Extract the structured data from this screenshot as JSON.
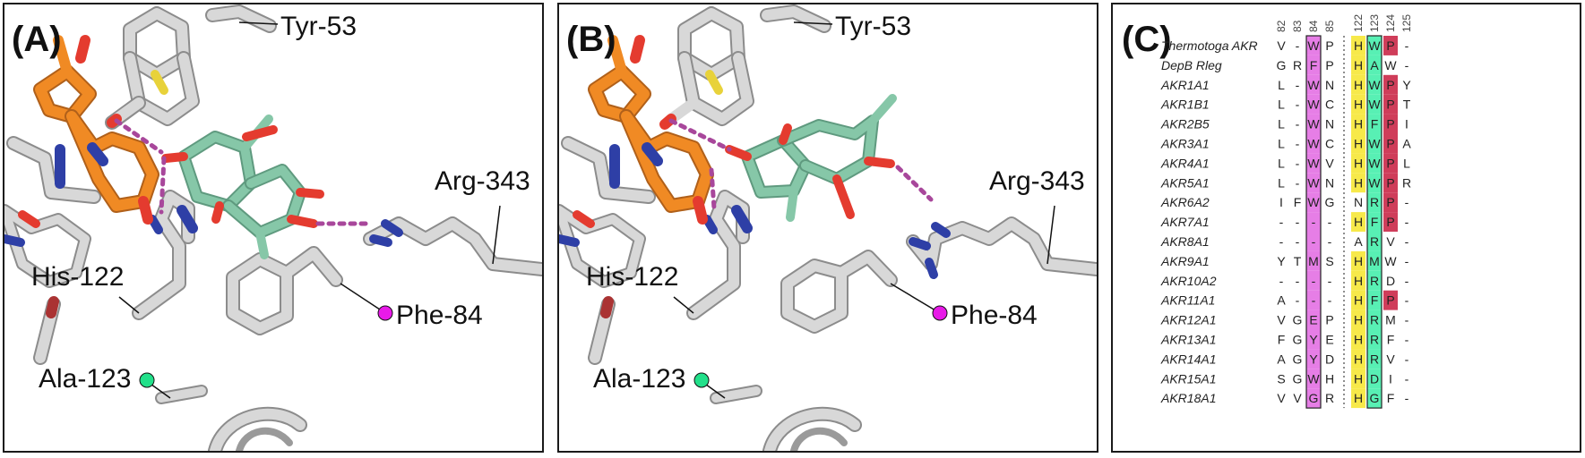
{
  "colors": {
    "protein": "#d6d6d6",
    "nadp": "#f08a24",
    "ligand": "#86c7a8",
    "oxygen": "#e43b2f",
    "nitrogen": "#2e3fa6",
    "sulfur": "#e8d23a",
    "hbond": "#a8479b",
    "phe_marker": "#e81ae8",
    "ala_marker": "#22e08a",
    "pos84_highlight": "#e67ee6",
    "pos122_highlight": "#f7e94a",
    "pos123_highlight": "#58f0b4",
    "pos124_highlight": "#cf3d5a"
  },
  "panel_a": {
    "letter": "(A)",
    "labels": {
      "tyr": "Tyr-53",
      "arg": "Arg-343",
      "his": "His-122",
      "phe": "Phe-84",
      "ala": "Ala-123"
    }
  },
  "panel_b": {
    "letter": "(B)",
    "labels": {
      "tyr": "Tyr-53",
      "arg": "Arg-343",
      "his": "His-122",
      "phe": "Phe-84",
      "ala": "Ala-123"
    }
  },
  "panel_c": {
    "letter": "(C)",
    "positions_left": [
      "82",
      "83",
      "84",
      "85"
    ],
    "positions_right": [
      "122",
      "123",
      "124",
      "125"
    ],
    "rows": [
      {
        "name": "Thermotoga AKR",
        "left": [
          "V",
          "-",
          "W",
          "P"
        ],
        "right": [
          "H",
          "W",
          "P",
          "-"
        ],
        "hl": [
          0,
          0,
          1,
          0,
          1,
          1,
          1,
          0
        ]
      },
      {
        "name": "DepB Rleg",
        "left": [
          "G",
          "R",
          "F",
          "P"
        ],
        "right": [
          "H",
          "A",
          "W",
          "-"
        ],
        "hl": [
          0,
          0,
          1,
          0,
          1,
          1,
          0,
          0
        ]
      },
      {
        "name": "AKR1A1",
        "left": [
          "L",
          "-",
          "W",
          "N"
        ],
        "right": [
          "H",
          "W",
          "P",
          "Y"
        ],
        "hl": [
          0,
          0,
          1,
          0,
          1,
          1,
          1,
          0
        ]
      },
      {
        "name": "AKR1B1",
        "left": [
          "L",
          "-",
          "W",
          "C"
        ],
        "right": [
          "H",
          "W",
          "P",
          "T"
        ],
        "hl": [
          0,
          0,
          1,
          0,
          1,
          1,
          1,
          0
        ]
      },
      {
        "name": "AKR2B5",
        "left": [
          "L",
          "-",
          "W",
          "N"
        ],
        "right": [
          "H",
          "F",
          "P",
          "I"
        ],
        "hl": [
          0,
          0,
          1,
          0,
          1,
          1,
          1,
          0
        ]
      },
      {
        "name": "AKR3A1",
        "left": [
          "L",
          "-",
          "W",
          "C"
        ],
        "right": [
          "H",
          "W",
          "P",
          "A"
        ],
        "hl": [
          0,
          0,
          1,
          0,
          1,
          1,
          1,
          0
        ]
      },
      {
        "name": "AKR4A1",
        "left": [
          "L",
          "-",
          "W",
          "V"
        ],
        "right": [
          "H",
          "W",
          "P",
          "L"
        ],
        "hl": [
          0,
          0,
          1,
          0,
          1,
          1,
          1,
          0
        ]
      },
      {
        "name": "AKR5A1",
        "left": [
          "L",
          "-",
          "W",
          "N"
        ],
        "right": [
          "H",
          "W",
          "P",
          "R"
        ],
        "hl": [
          0,
          0,
          1,
          0,
          1,
          1,
          1,
          0
        ]
      },
      {
        "name": "AKR6A2",
        "left": [
          "I",
          "F",
          "W",
          "G"
        ],
        "right": [
          "N",
          "R",
          "P",
          "-"
        ],
        "hl": [
          0,
          0,
          1,
          0,
          0,
          1,
          1,
          0
        ]
      },
      {
        "name": "AKR7A1",
        "left": [
          "-",
          "-",
          "-",
          "-"
        ],
        "right": [
          "H",
          "F",
          "P",
          "-"
        ],
        "hl": [
          0,
          0,
          1,
          0,
          1,
          1,
          1,
          0
        ]
      },
      {
        "name": "AKR8A1",
        "left": [
          "-",
          "-",
          "-",
          "-"
        ],
        "right": [
          "A",
          "R",
          "V",
          "-"
        ],
        "hl": [
          0,
          0,
          1,
          0,
          0,
          1,
          0,
          0
        ]
      },
      {
        "name": "AKR9A1",
        "left": [
          "Y",
          "T",
          "M",
          "S"
        ],
        "right": [
          "H",
          "M",
          "W",
          "-"
        ],
        "hl": [
          0,
          0,
          1,
          0,
          1,
          1,
          0,
          0
        ]
      },
      {
        "name": "AKR10A2",
        "left": [
          "-",
          "-",
          "-",
          "-"
        ],
        "right": [
          "H",
          "R",
          "D",
          "-"
        ],
        "hl": [
          0,
          0,
          1,
          0,
          1,
          1,
          0,
          0
        ]
      },
      {
        "name": "AKR11A1",
        "left": [
          "A",
          "-",
          "-",
          "-"
        ],
        "right": [
          "H",
          "F",
          "P",
          "-"
        ],
        "hl": [
          0,
          0,
          1,
          0,
          1,
          1,
          1,
          0
        ]
      },
      {
        "name": "AKR12A1",
        "left": [
          "V",
          "G",
          "E",
          "P"
        ],
        "right": [
          "H",
          "R",
          "M",
          "-"
        ],
        "hl": [
          0,
          0,
          1,
          0,
          1,
          1,
          0,
          0
        ]
      },
      {
        "name": "AKR13A1",
        "left": [
          "F",
          "G",
          "Y",
          "E"
        ],
        "right": [
          "H",
          "R",
          "F",
          "-"
        ],
        "hl": [
          0,
          0,
          1,
          0,
          1,
          1,
          0,
          0
        ]
      },
      {
        "name": "AKR14A1",
        "left": [
          "A",
          "G",
          "Y",
          "D"
        ],
        "right": [
          "H",
          "R",
          "V",
          "-"
        ],
        "hl": [
          0,
          0,
          1,
          0,
          1,
          1,
          0,
          0
        ]
      },
      {
        "name": "AKR15A1",
        "left": [
          "S",
          "G",
          "W",
          "H"
        ],
        "right": [
          "H",
          "D",
          "I",
          "-"
        ],
        "hl": [
          0,
          0,
          1,
          0,
          1,
          1,
          0,
          0
        ]
      },
      {
        "name": "AKR18A1",
        "left": [
          "V",
          "V",
          "G",
          "R"
        ],
        "right": [
          "H",
          "G",
          "F",
          "-"
        ],
        "hl": [
          0,
          0,
          1,
          0,
          1,
          1,
          0,
          0
        ]
      }
    ]
  }
}
